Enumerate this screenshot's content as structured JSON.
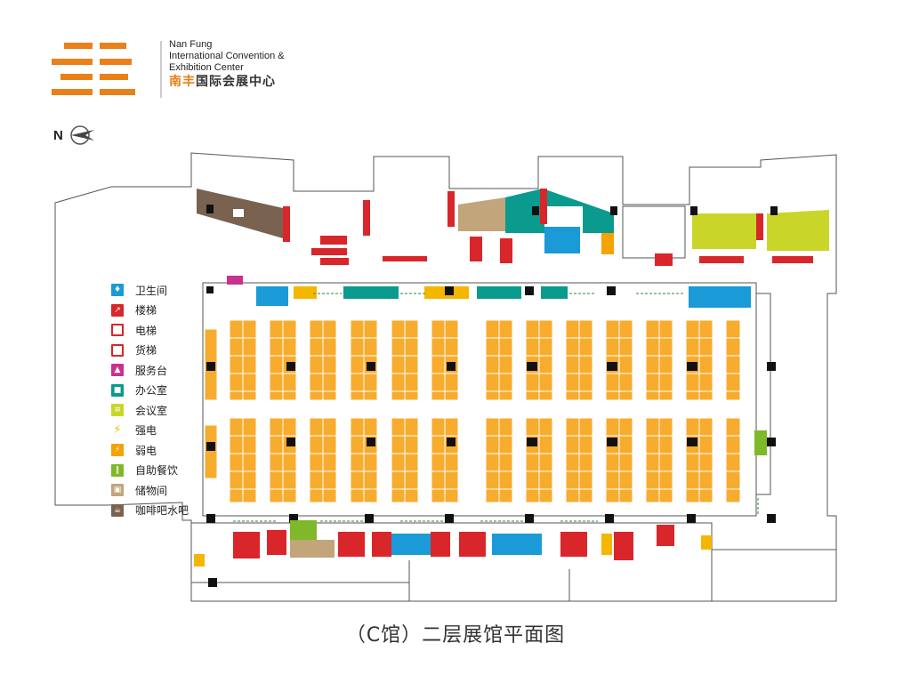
{
  "logo": {
    "en_line1": "Nan Fung",
    "en_line2": "International Convention &",
    "en_line3": "Exhibition Center",
    "cn_highlight": "南丰",
    "cn_rest": "国际会展中心",
    "color": "#e8811a"
  },
  "compass": {
    "label": "N"
  },
  "legend": [
    {
      "label": "卫生间",
      "icon": "restroom-icon",
      "color": "#1a9ad6"
    },
    {
      "label": "楼梯",
      "icon": "stairs-icon",
      "color": "#d9262a"
    },
    {
      "label": "电梯",
      "icon": "elevator-icon",
      "color": "#d9262a"
    },
    {
      "label": "货梯",
      "icon": "freight-elevator-icon",
      "color": "#d9262a"
    },
    {
      "label": "服务台",
      "icon": "service-desk-icon",
      "color": "#c8318f"
    },
    {
      "label": "办公室",
      "icon": "office-icon",
      "color": "#0a9a8e"
    },
    {
      "label": "会议室",
      "icon": "meeting-room-icon",
      "color": "#c9d629"
    },
    {
      "label": "强电",
      "icon": "high-voltage-icon",
      "color": "#f5b600"
    },
    {
      "label": "弱电",
      "icon": "low-voltage-icon",
      "color": "#f5a300"
    },
    {
      "label": "自助餐饮",
      "icon": "self-service-dining-icon",
      "color": "#7fb829"
    },
    {
      "label": "储物间",
      "icon": "storage-room-icon",
      "color": "#b58e5c"
    },
    {
      "label": "咖啡吧水吧",
      "icon": "coffee-bar-icon",
      "color": "#7a6250"
    }
  ],
  "caption": "（C馆）二层展馆平面图",
  "colors": {
    "booth": "#f7ac2e",
    "coffee": "#7a6250",
    "restroom": "#1a9ad6",
    "stairs": "#d9262a",
    "office": "#0a9a8e",
    "meeting": "#c9d629",
    "storage": "#c2a57a",
    "dining": "#7fb829",
    "service": "#c8318f",
    "column": "#111111"
  }
}
